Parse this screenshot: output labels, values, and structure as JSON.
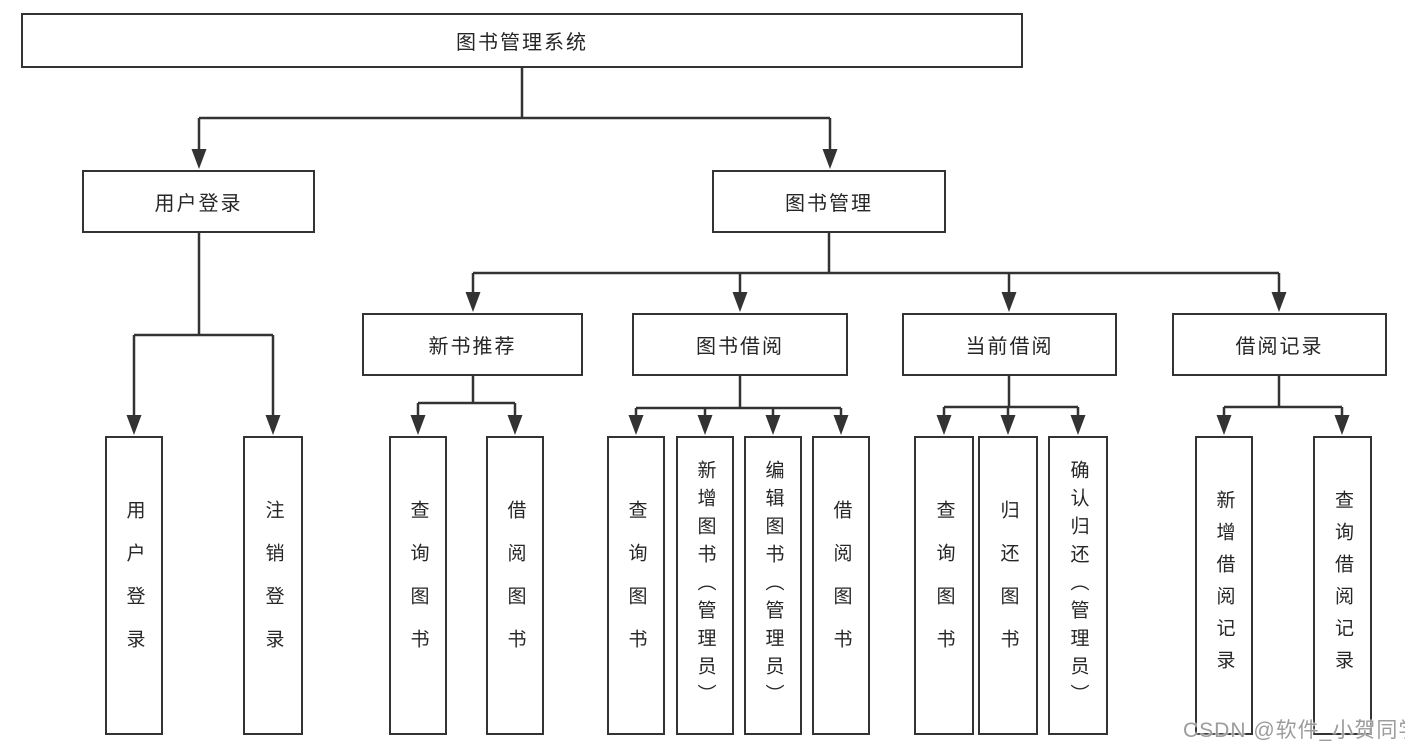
{
  "tree": {
    "label": "图书管理系统",
    "children": [
      {
        "label": "用户登录",
        "children": [
          {
            "label": "用户登录"
          },
          {
            "label": "注销登录"
          }
        ]
      },
      {
        "label": "图书管理",
        "children": [
          {
            "label": "新书推荐",
            "children": [
              {
                "label": "查询图书"
              },
              {
                "label": "借阅图书"
              }
            ]
          },
          {
            "label": "图书借阅",
            "children": [
              {
                "label": "查询图书"
              },
              {
                "label": "新增图书（管理员）"
              },
              {
                "label": "编辑图书（管理员）"
              },
              {
                "label": "借阅图书"
              }
            ]
          },
          {
            "label": "当前借阅",
            "children": [
              {
                "label": "查询图书"
              },
              {
                "label": "归还图书"
              },
              {
                "label": "确认归还（管理员）"
              }
            ]
          },
          {
            "label": "借阅记录",
            "children": [
              {
                "label": "新增借阅记录"
              },
              {
                "label": "查询借阅记录"
              }
            ]
          }
        ]
      }
    ]
  },
  "watermark": {
    "text": "CSDN @软件_小贺同学"
  },
  "colors": {
    "line": "#333333",
    "box_background": "#ffffff",
    "text": "#262626",
    "watermark": "#9c9c9c"
  }
}
